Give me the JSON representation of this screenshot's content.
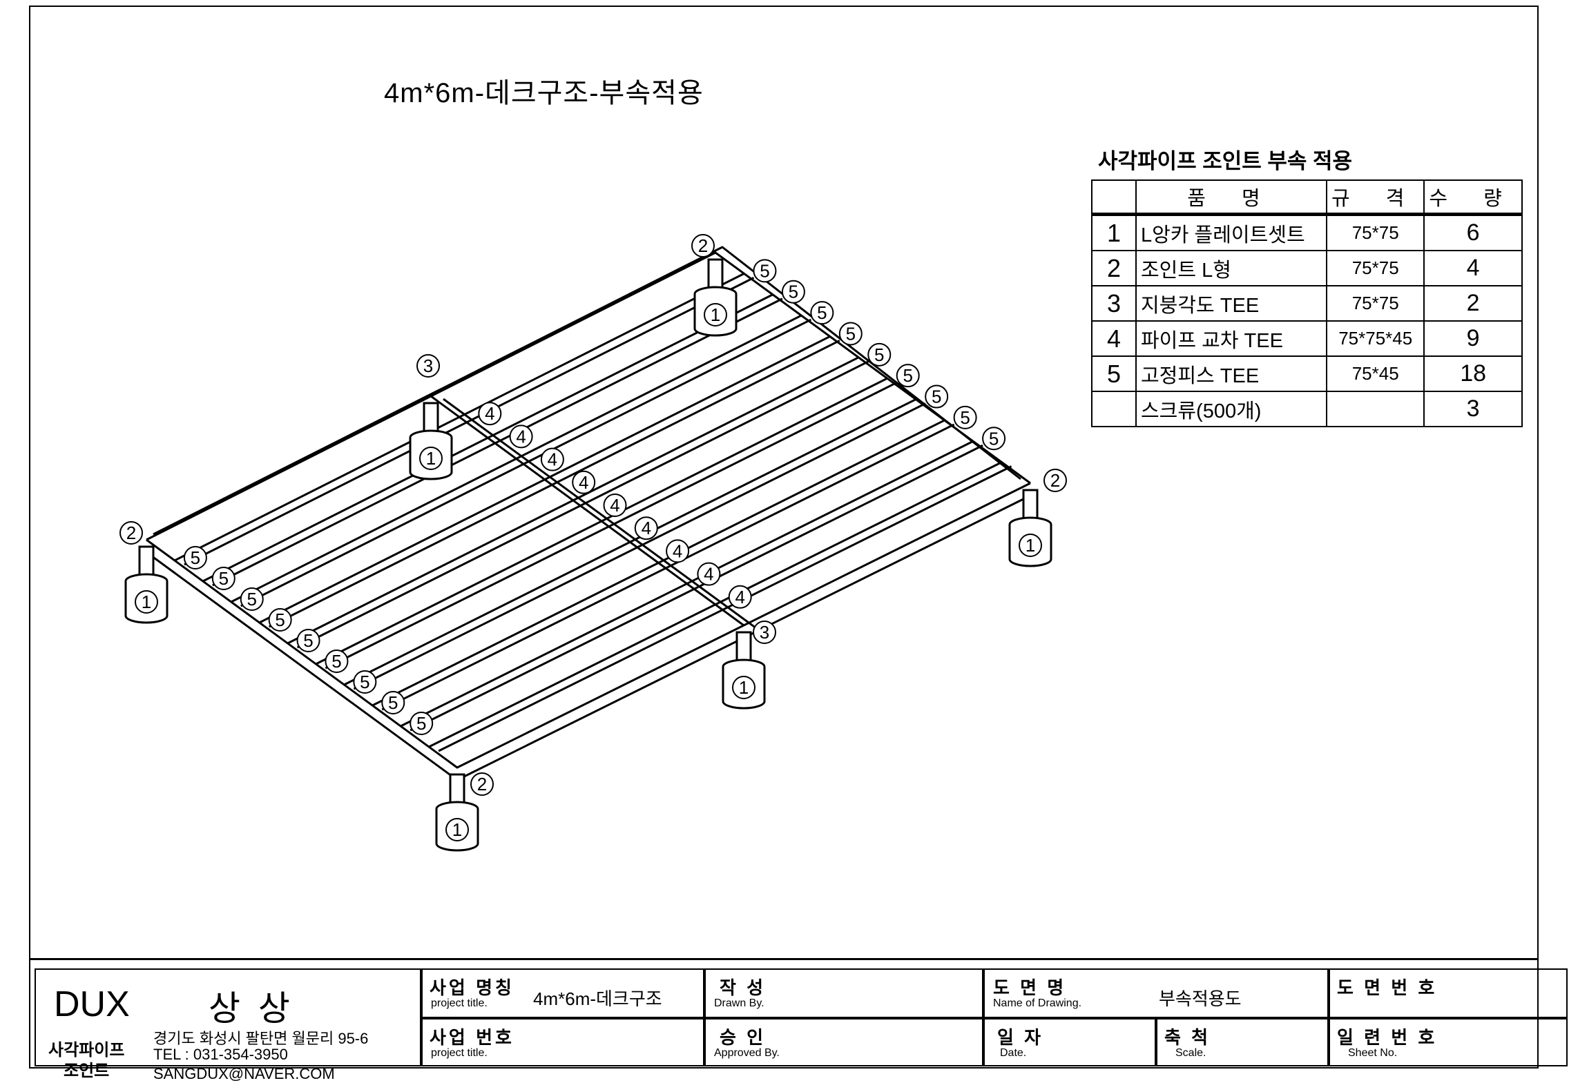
{
  "drawing_title": "4m*6m-데크구조-부속적용",
  "parts_table": {
    "caption": "사각파이프 조인트 부속 적용",
    "headers": {
      "name": "품 명",
      "spec": "규 격",
      "qty": "수 량"
    },
    "rows": [
      {
        "no": "1",
        "name": "L앙카 플레이트셋트",
        "spec": "75*75",
        "qty": "6"
      },
      {
        "no": "2",
        "name": "조인트 L형",
        "spec": "75*75",
        "qty": "4"
      },
      {
        "no": "3",
        "name": "지붕각도 TEE",
        "spec": "75*75",
        "qty": "2"
      },
      {
        "no": "4",
        "name": "파이프 교차 TEE",
        "spec": "75*75*45",
        "qty": "9"
      },
      {
        "no": "5",
        "name": "고정피스 TEE",
        "spec": "75*45",
        "qty": "18"
      },
      {
        "no": "",
        "name": "스크류(500개)",
        "spec": "",
        "qty": "3"
      }
    ]
  },
  "callouts": {
    "footing": "1",
    "corner_joint": "2",
    "roof_tee": "3",
    "cross_tee": "4",
    "fix_tee": "5"
  },
  "title_block": {
    "company": "DUX",
    "company_name": "상 상",
    "product_line1": "사각파이프",
    "product_line2": "조인트",
    "address": "경기도 화성시 팔탄면 월문리 95-6",
    "tel": "TEL : 031-354-3950",
    "email": "SANGDUX@NAVER.COM",
    "project_name_label": "사업 명칭",
    "project_name_sub": "project title.",
    "project_name_value": "4m*6m-데크구조",
    "project_no_label": "사업 번호",
    "project_no_sub": "project title.",
    "drawn_label": "작   성",
    "drawn_sub": "Drawn By.",
    "approved_label": "승   인",
    "approved_sub": "Approved By.",
    "drawing_name_label": "도 면 명",
    "drawing_name_sub": "Name of Drawing.",
    "drawing_name_value": "부속적용도",
    "date_label": "일 자",
    "date_sub": "Date.",
    "scale_label": "축 척",
    "scale_sub": "Scale.",
    "drawing_no_label": "도 면 번 호",
    "sheet_no_label": "일 련 번 호",
    "sheet_no_sub": "Sheet No."
  }
}
